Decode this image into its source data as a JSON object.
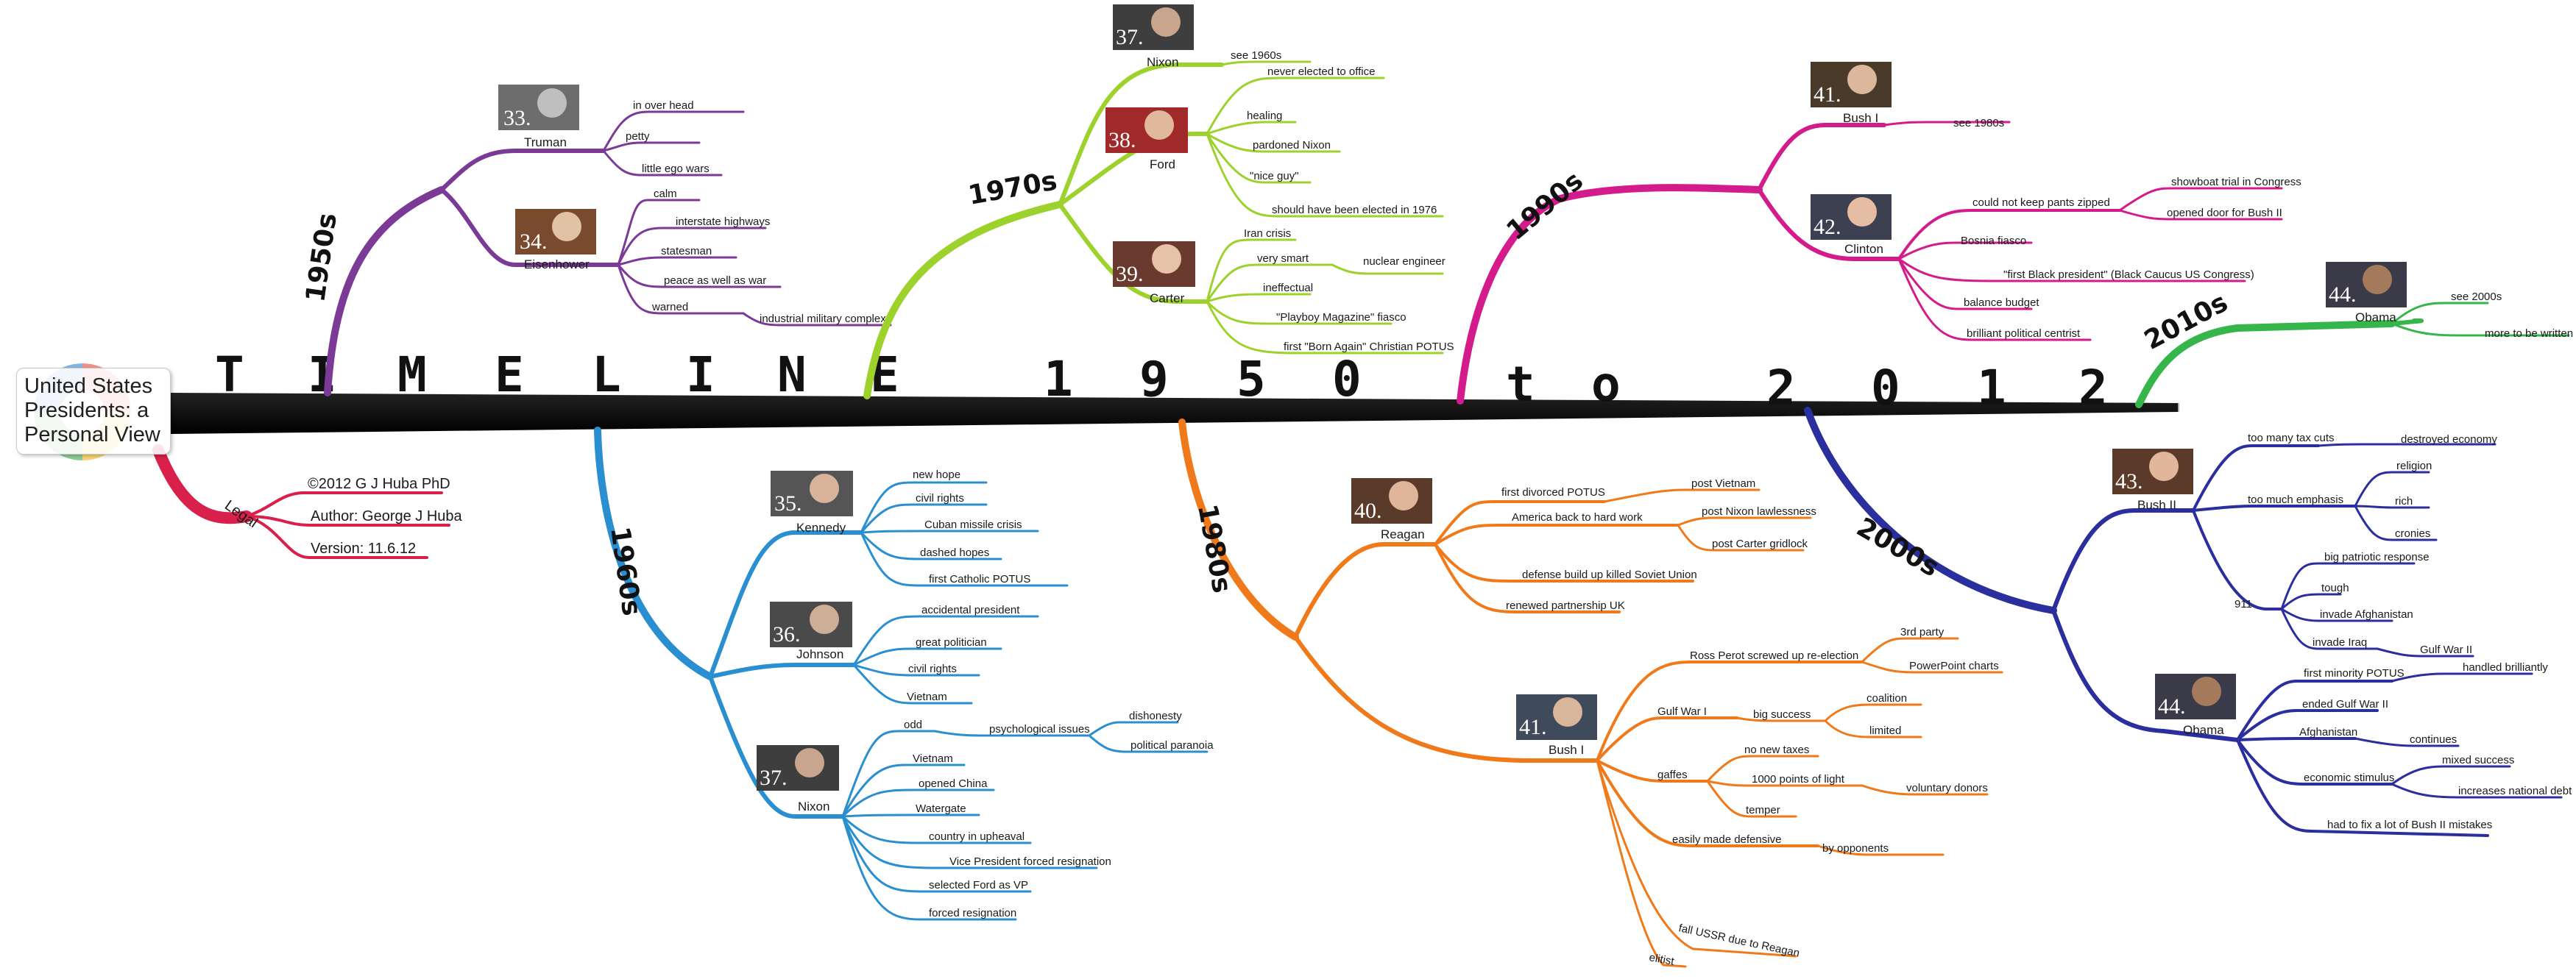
{
  "title": [
    "United States",
    "Presidents: a",
    "Personal View"
  ],
  "timeline": [
    "T",
    "I",
    "M",
    "E",
    "L",
    "I",
    "N",
    "E",
    "1",
    "9",
    "5",
    "0",
    "t",
    "o",
    "2",
    "0",
    "1",
    "2"
  ],
  "legal": {
    "label": "Legal",
    "items": [
      "©2012 G J Huba PhD",
      "Author: George J Huba",
      "Version: 11.6.12"
    ]
  },
  "colors": {
    "1950s": "#7b3a96",
    "1960s": "#2a8fd0",
    "1970s": "#9cd22b",
    "1980s": "#f07a1a",
    "1990s": "#d41b8c",
    "2000s": "#2b2f9e",
    "2010s": "#35b54a",
    "legal": "#d8204a",
    "timeline": "#000000"
  },
  "decades": {
    "d1950": {
      "label": "1950s",
      "truman": {
        "num": "33.",
        "name": "Truman",
        "items": [
          "in over head",
          "petty",
          "little ego wars"
        ]
      },
      "eisenhower": {
        "num": "34.",
        "name": "Eisenhower",
        "items": [
          "calm",
          "interstate highways",
          "statesman",
          "peace as well as war",
          "warned"
        ],
        "warned_child": "industrial military complex"
      }
    },
    "d1960": {
      "label": "1960s",
      "kennedy": {
        "num": "35.",
        "name": "Kennedy",
        "items": [
          "new hope",
          "civil rights",
          "Cuban missile crisis",
          "dashed hopes",
          "first Catholic POTUS"
        ]
      },
      "johnson": {
        "num": "36.",
        "name": "Johnson",
        "items": [
          "accidental president",
          "great politician",
          "civil rights",
          "Vietnam"
        ]
      },
      "nixon": {
        "num": "37.",
        "name": "Nixon",
        "odd": "odd",
        "psych": "psychological issues",
        "psych_children": [
          "dishonesty",
          "political paranoia"
        ],
        "items": [
          "Vietnam",
          "opened China",
          "Watergate",
          "country in upheaval",
          "Vice President forced resignation",
          "selected Ford as VP",
          "forced resignation"
        ]
      }
    },
    "d1970": {
      "label": "1970s",
      "nixon": {
        "num": "37.",
        "name": "Nixon",
        "items": [
          "see 1960s"
        ]
      },
      "ford": {
        "num": "38.",
        "name": "Ford",
        "items": [
          "never elected to office",
          "healing",
          "pardoned Nixon",
          "\"nice guy\"",
          "should have been elected in 1976"
        ]
      },
      "carter": {
        "num": "39.",
        "name": "Carter",
        "items": [
          "Iran crisis",
          "very smart",
          "ineffectual",
          "\"Playboy Magazine\" fiasco",
          "first \"Born Again\" Christian POTUS"
        ],
        "smart_child": "nuclear engineer"
      }
    },
    "d1980": {
      "label": "1980s",
      "reagan": {
        "num": "40.",
        "name": "Reagan",
        "divorced": "first divorced POTUS",
        "divorced_child": "post Vietnam",
        "work": "America back to hard work",
        "work_children": [
          "post Nixon lawlessness",
          "post Carter gridlock"
        ],
        "items": [
          "defense build up killed Soviet Union",
          "renewed partnership UK"
        ]
      },
      "bush": {
        "num": "41.",
        "name": "Bush I",
        "perot": "Ross Perot screwed up re-election",
        "perot_children": [
          "3rd party",
          "PowerPoint charts"
        ],
        "gulf": "Gulf War I",
        "gulf_child": "big success",
        "success_children": [
          "coalition",
          "limited"
        ],
        "gaffes": "gaffes",
        "gaffes_children": [
          "no new taxes",
          "1000 points of light",
          "temper"
        ],
        "light_child": "voluntary donors",
        "defensive": "easily made defensive",
        "defensive_child": "by opponents",
        "ussr": "fall USSR due to Reagan",
        "elitist": "elitist"
      }
    },
    "d1990": {
      "label": "1990s",
      "bush": {
        "num": "41.",
        "name": "Bush I",
        "items": [
          "see 1980s"
        ]
      },
      "clinton": {
        "num": "42.",
        "name": "Clinton",
        "pants": "could not keep pants zipped",
        "pants_children": [
          "showboat trial in Congress",
          "opened door for Bush II"
        ],
        "items": [
          "Bosnia fiasco",
          "\"first Black president\" (Black Caucus US Congress)",
          "balance budget",
          "brilliant political centrist"
        ]
      }
    },
    "d2000": {
      "label": "2000s",
      "bush": {
        "num": "43.",
        "name": "Bush II",
        "taxcuts": "too many tax cuts",
        "taxcuts_child": "destroyed economy",
        "emphasis": "too much emphasis",
        "emphasis_children": [
          "religion",
          "rich",
          "cronies"
        ],
        "nine": "911",
        "nine_children": [
          "big patriotic response",
          "tough",
          "invade Afghanistan",
          "invade Iraq"
        ],
        "iraq_child": "Gulf War II"
      },
      "obama": {
        "num": "44.",
        "name": "Obama",
        "first": "first minority POTUS",
        "first_child": "handled brilliantly",
        "gulf": "ended Gulf War II",
        "afgh": "Afghanistan",
        "afgh_child": "continues",
        "stim": "economic stimulus",
        "stim_children": [
          "mixed success",
          "increases national debt"
        ],
        "fix": "had to fix a lot of Bush II mistakes"
      }
    },
    "d2010": {
      "label": "2010s",
      "obama": {
        "num": "44.",
        "name": "Obama",
        "items": [
          "see 2000s",
          "more to be written"
        ]
      }
    }
  }
}
